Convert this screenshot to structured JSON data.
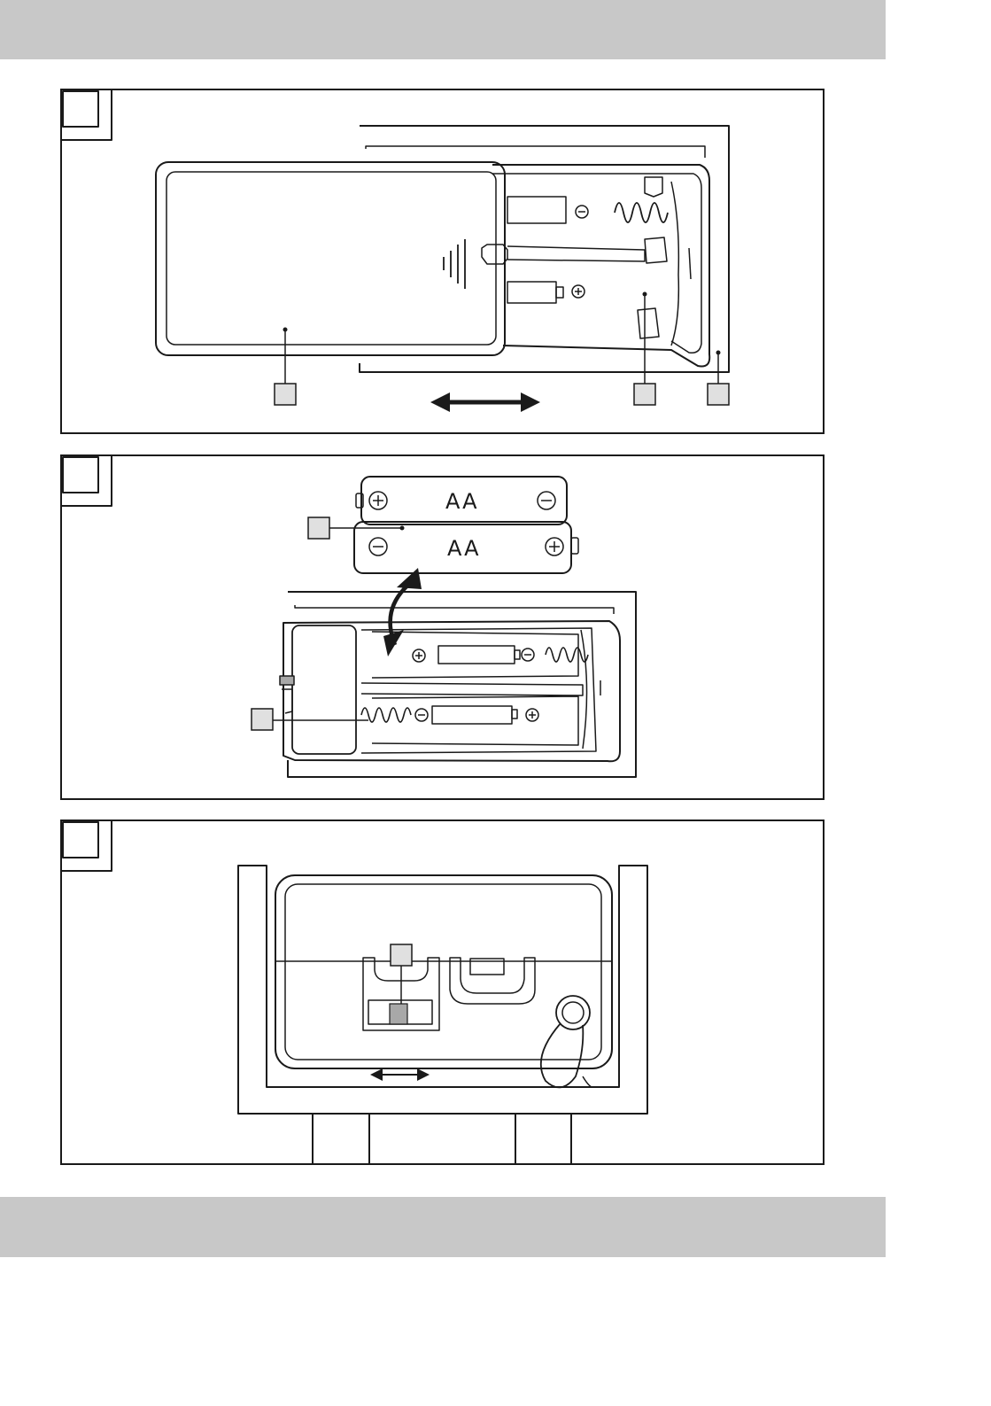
{
  "figures": [
    {
      "id": "figure-1",
      "number_label": ""
    },
    {
      "id": "figure-2",
      "number_label": ""
    },
    {
      "id": "figure-3",
      "number_label": ""
    }
  ],
  "batteries": {
    "top_label": "AA",
    "bottom_label": "AA"
  },
  "colors": {
    "band": "#c8c8c8",
    "line": "#1a1a1a",
    "callout_fill": "#e0e0e0",
    "switch_fill": "#a8a8a8"
  },
  "icons": [
    "plus-terminal-icon",
    "minus-terminal-icon",
    "double-arrow-icon",
    "curved-arrow-icon",
    "spring-icon"
  ]
}
